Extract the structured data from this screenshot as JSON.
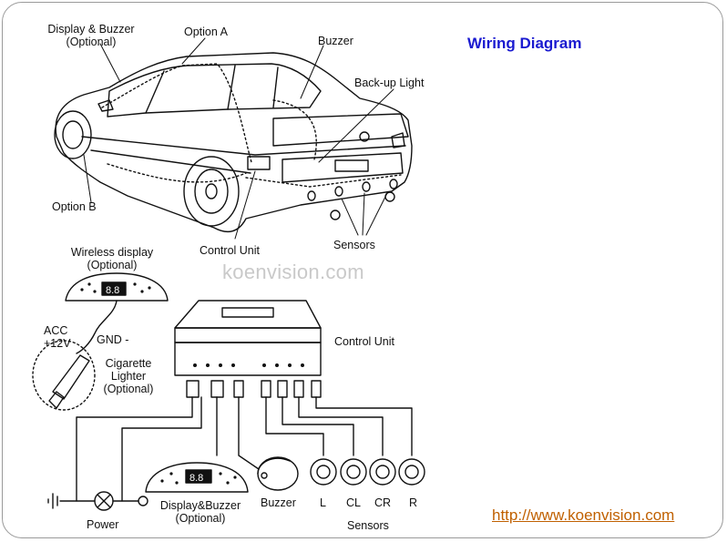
{
  "title": "Wiring Diagram",
  "watermark": "koenvision.com",
  "url": "http://www.koenvision.com",
  "car_labels": {
    "display_buzzer": "Display & Buzzer",
    "display_buzzer_optional": "(Optional)",
    "option_a": "Option A",
    "buzzer": "Buzzer",
    "backup_light": "Back-up Light",
    "option_b": "Option B",
    "control_unit": "Control Unit",
    "sensors": "Sensors"
  },
  "wireless": {
    "title": "Wireless display",
    "optional": "(Optional)",
    "acc": "ACC",
    "plus12v": "+12V",
    "gnd": "GND -",
    "cig1": "Cigarette",
    "cig2": "Lighter",
    "cig3": "(Optional)"
  },
  "schematic": {
    "control_unit": "Control Unit",
    "power": "Power",
    "display_buzzer": "Display&Buzzer",
    "display_optional": "(Optional)",
    "buzzer": "Buzzer",
    "sensor_names": [
      "L",
      "CL",
      "CR",
      "R"
    ],
    "sensors": "Sensors",
    "display_digits": "8.8"
  },
  "colors": {
    "title": "#1a1ad0",
    "url": "#c06000",
    "watermark": "#c9c9c9",
    "line": "#111111"
  }
}
